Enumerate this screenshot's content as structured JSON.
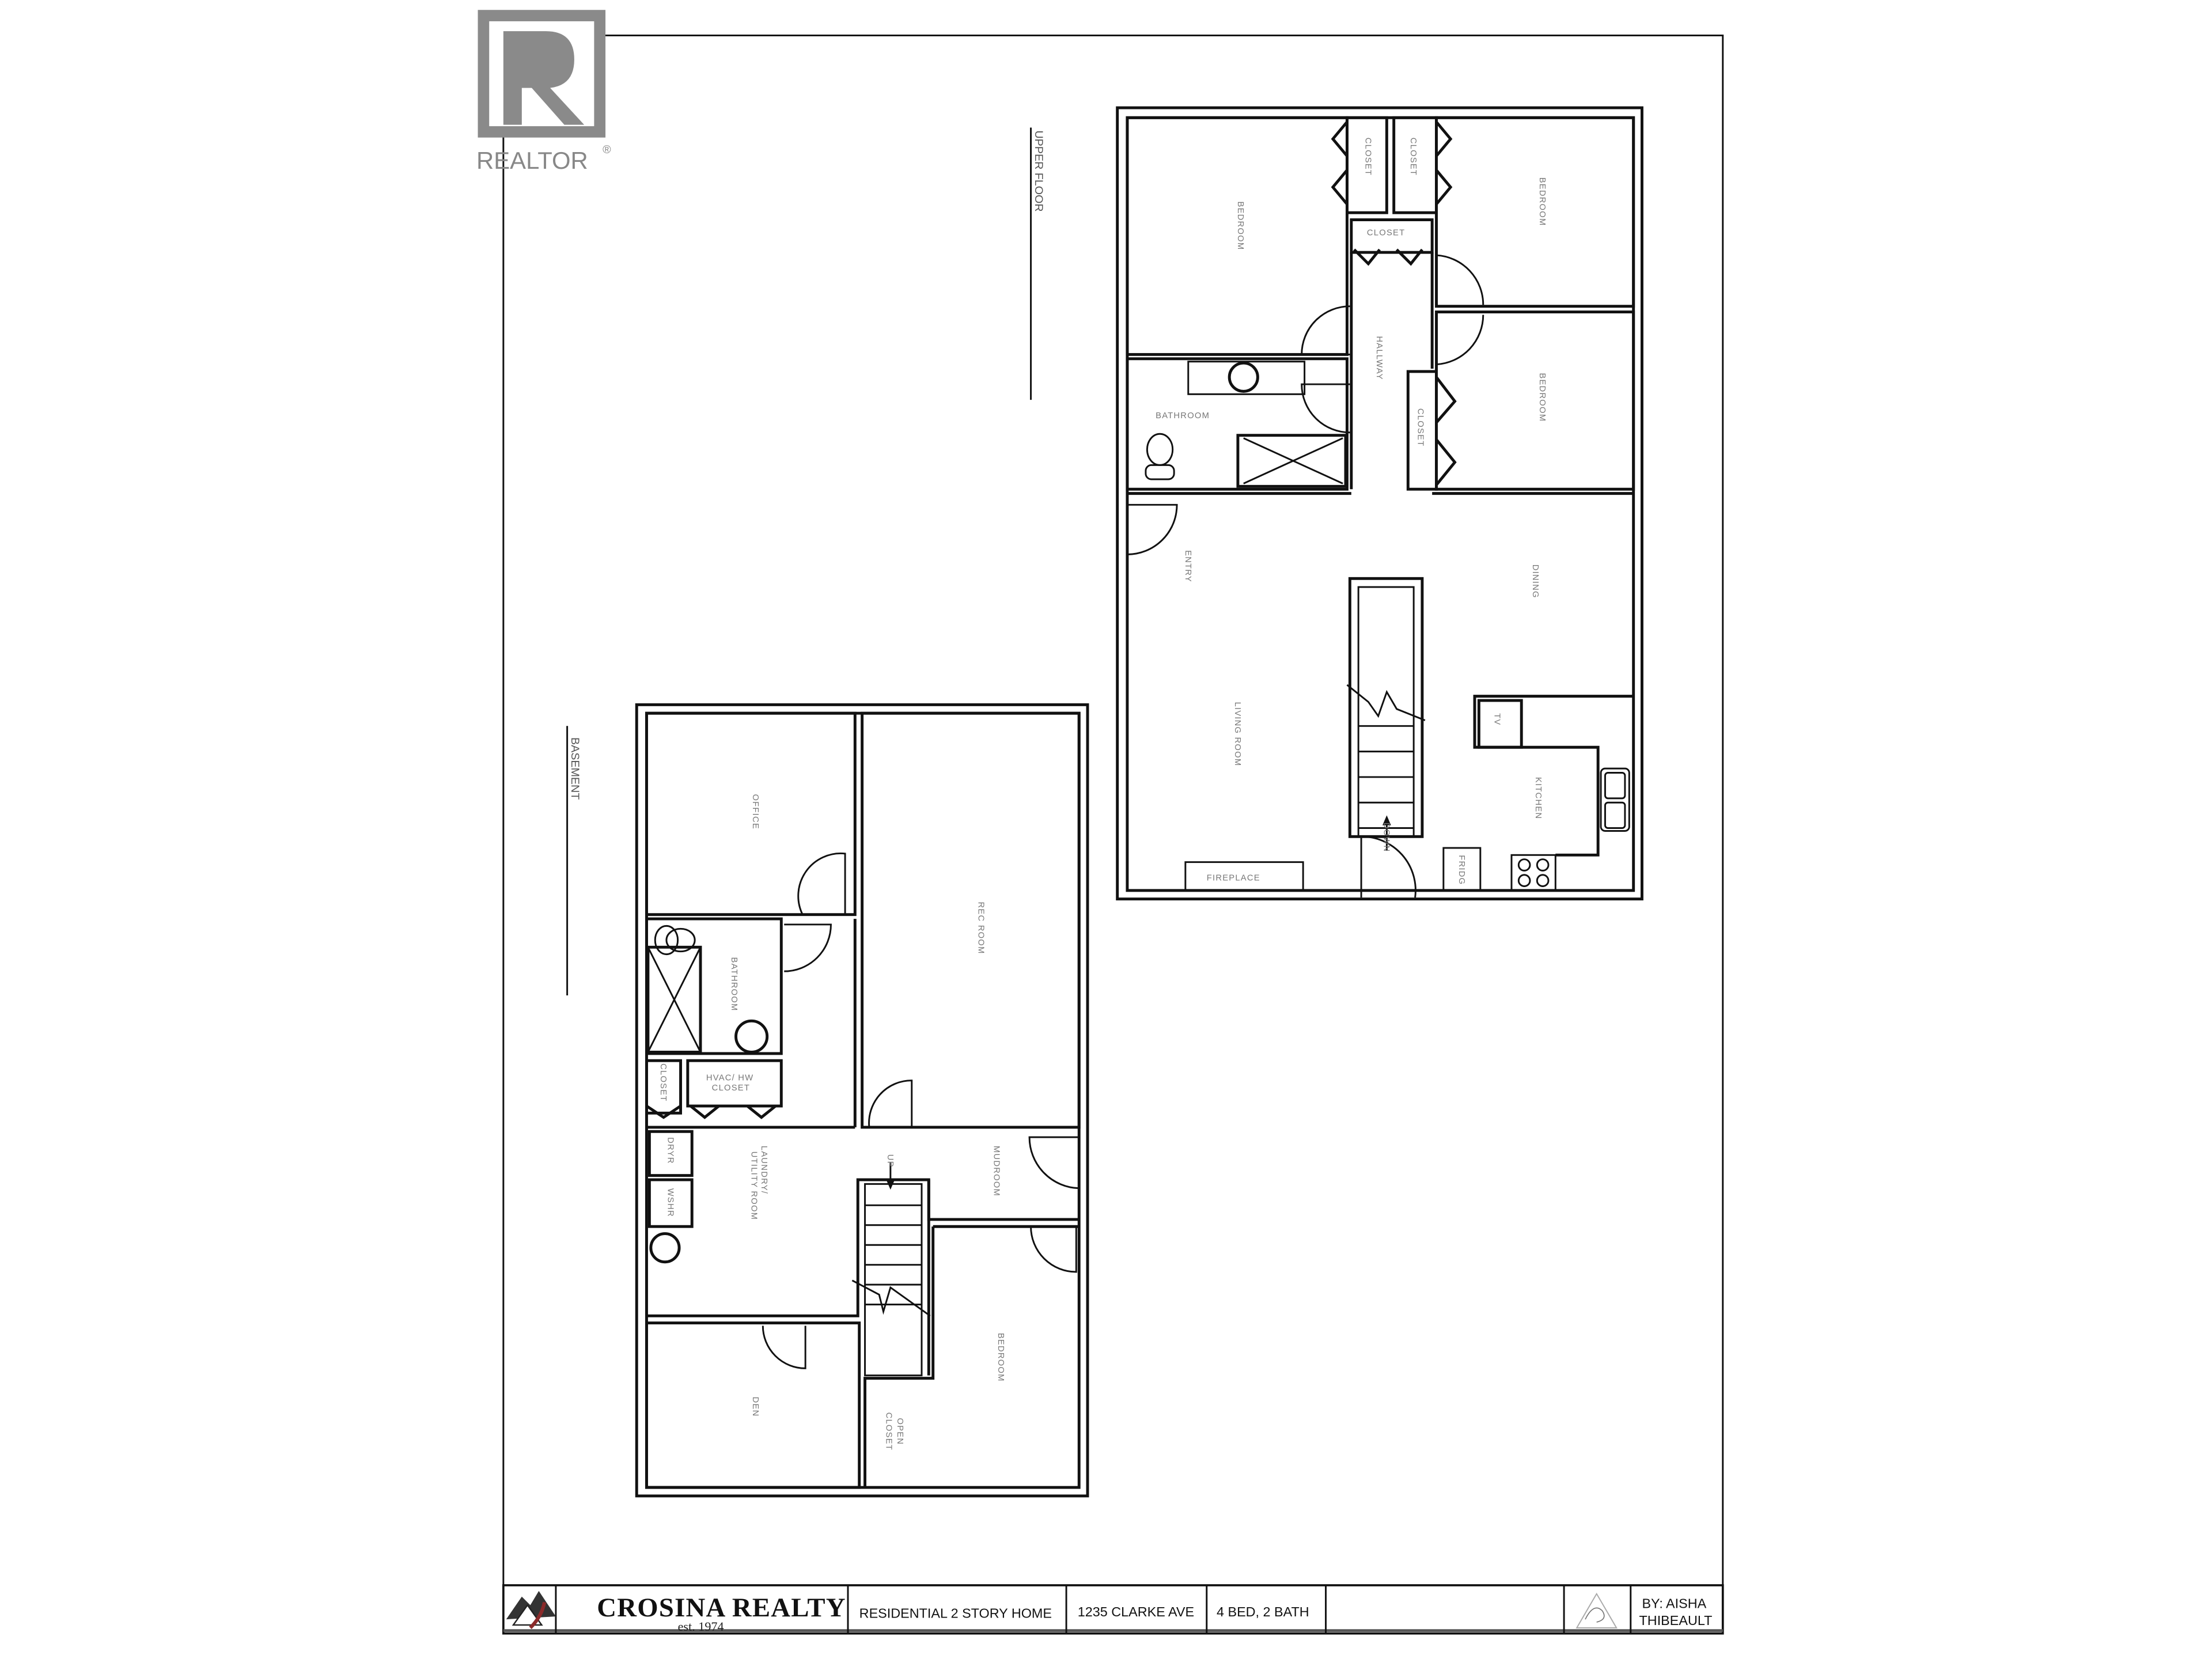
{
  "logo": {
    "text": "REALTOR",
    "mark": "®"
  },
  "upper_floor": {
    "title": "UPPER FLOOR",
    "rooms": {
      "bedroom1": "BEDROOM",
      "closet1": "CLOSET",
      "closet2": "CLOSET",
      "closet3": "CLOSET",
      "bedroom2": "BEDROOM",
      "hallway": "HALLWAY",
      "bedroom3": "BEDROOM",
      "closet4": "CLOSET",
      "bathroom": "BATHROOM",
      "entry": "ENTRY",
      "living": "LIVING ROOM",
      "dining": "DINING",
      "tv": "TV",
      "kitchen": "KITCHEN",
      "fridge": "FRIDG",
      "fireplace": "FIREPLACE",
      "down": "DOWN"
    }
  },
  "basement": {
    "title": "BASEMENT",
    "rooms": {
      "office": "OFFICE",
      "rec": "REC ROOM",
      "bathroom": "BATHROOM",
      "closet": "CLOSET",
      "hvac": "HVAC/ HW",
      "hvac2": "CLOSET",
      "laundry": "LAUNDRY/",
      "laundry2": "UTILITY ROOM",
      "dryer": "DRYR",
      "washer": "WSHR",
      "up": "UP",
      "mudroom": "MUDROOM",
      "bedroom": "BEDROOM",
      "den": "DEN",
      "openc": "OPEN",
      "openc2": "CLOSET"
    }
  },
  "title_block": {
    "company": "CROSINA REALTY",
    "established": "est. 1974",
    "type": "RESIDENTIAL 2 STORY HOME",
    "address": "1235 CLARKE AVE",
    "beds_baths": "4 BED, 2 BATH",
    "author_line1": "BY: AISHA",
    "author_line2": "THIBEAULT"
  },
  "colors": {
    "logo_red": "#8b2a2a",
    "line": "#111111"
  }
}
